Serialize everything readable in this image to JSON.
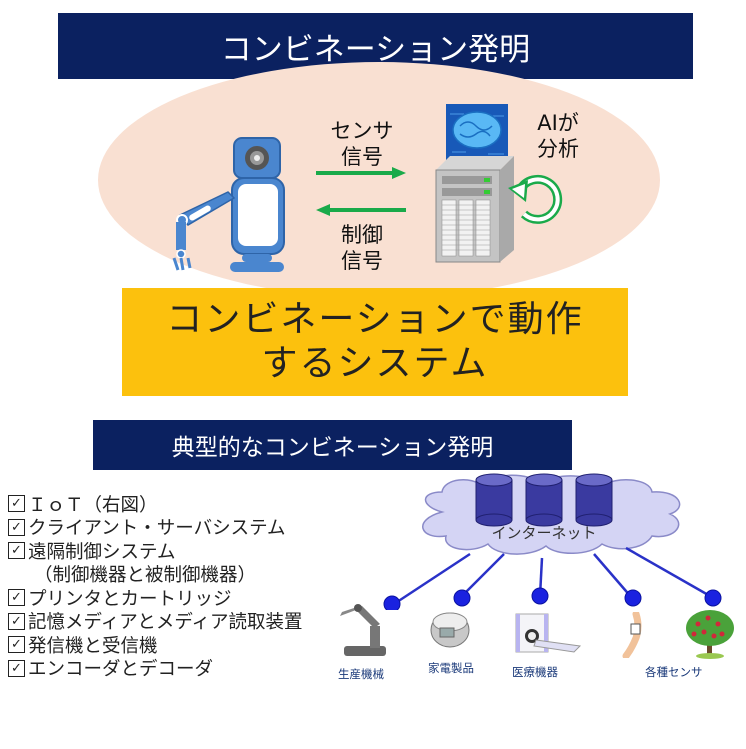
{
  "header": {
    "title": "コンビネーション発明"
  },
  "diagram_top": {
    "sensor_signal_label": [
      "センサ",
      "信号"
    ],
    "control_signal_label": [
      "制御",
      "信号"
    ],
    "ai_label": [
      "AIが",
      "分析"
    ],
    "robot_icon": "robot-arm-icon",
    "server_icon": "ai-server-icon",
    "cycle_icon": "refresh-cycle-icon",
    "arrow_color": "#1aaa4a"
  },
  "system_box": {
    "lines": [
      "コンビネーションで動作",
      "するシステム"
    ]
  },
  "section": {
    "title": "典型的なコンビネーション発明"
  },
  "checklist": {
    "items": [
      {
        "checked": true,
        "label": "ＩｏＴ（右図）"
      },
      {
        "checked": true,
        "label": "クライアント・サーバシステム"
      },
      {
        "checked": true,
        "label": "遠隔制御システム",
        "sub": "（制御機器と被制御機器）"
      },
      {
        "checked": true,
        "label": "プリンタとカートリッジ"
      },
      {
        "checked": true,
        "label": "記憶メディアとメディア読取装置"
      },
      {
        "checked": true,
        "label": "発信機と受信機"
      },
      {
        "checked": true,
        "label": "エンコーダとデコーダ"
      }
    ],
    "check_glyph": "✓"
  },
  "iot_diagram": {
    "cloud_label": "インターネット",
    "databases": 3,
    "devices": [
      {
        "label": "生産機械",
        "icon": "industrial-robot-icon"
      },
      {
        "label": "家電製品",
        "icon": "rice-cooker-icon"
      },
      {
        "label": "医療機器",
        "icon": "medical-scanner-icon"
      },
      {
        "label": "",
        "icon": "wearable-sensor-icon"
      },
      {
        "label": "",
        "icon": "tree-sensor-icon"
      }
    ],
    "sensors_label": "各種センサ",
    "node_color": "#1a22e0",
    "line_color": "#2a32c8"
  },
  "colors": {
    "navy": "#0b2160",
    "amber": "#fcc10d",
    "peach": "#f9e0d2"
  }
}
